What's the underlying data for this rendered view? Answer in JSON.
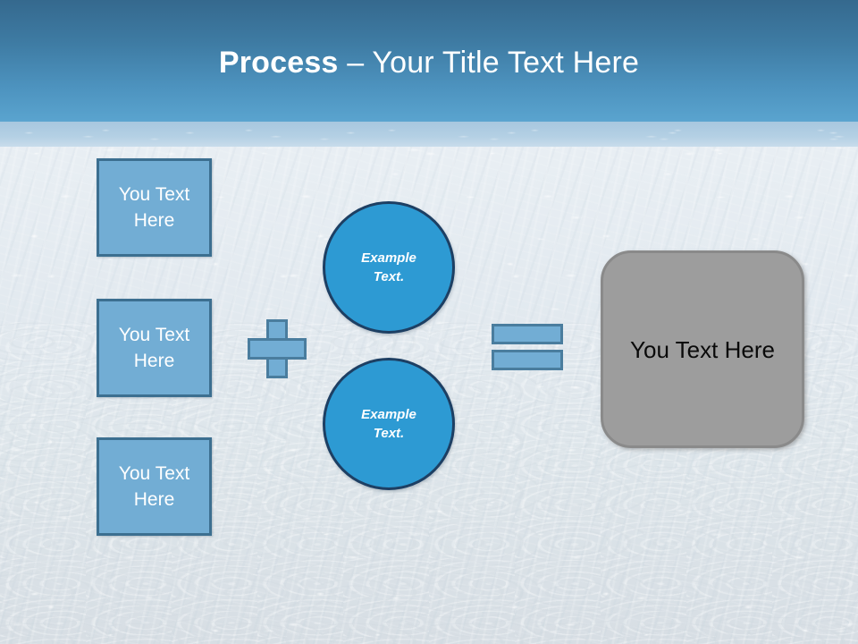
{
  "slide": {
    "header": {
      "title_strong": "Process",
      "title_rest": " – Your Title Text Here"
    },
    "inputs": [
      {
        "label": "You Text Here"
      },
      {
        "label": "You Text Here"
      },
      {
        "label": "You Text Here"
      }
    ],
    "operators": {
      "plus": "plus-sign",
      "equals": "equals-sign"
    },
    "circles": [
      {
        "line1": "Example",
        "line2": "Text."
      },
      {
        "line1": "Example",
        "line2": "Text."
      }
    ],
    "output": {
      "label": "You Text Here"
    },
    "colors": {
      "header_top": "#35698e",
      "header_bottom": "#5aa4cf",
      "subband": "#b4d0e4",
      "box_fill": "#72add4",
      "box_border": "#3c6f90",
      "circle_fill": "#2d9ad3",
      "circle_border": "#1d3f63",
      "operator_fill": "#72add4",
      "operator_border": "#4a7d9e",
      "output_fill": "#9d9d9d",
      "output_border": "#8a8a8a",
      "title_text": "#ffffff",
      "output_text": "#0a0a0a",
      "background": "#e3eaf0"
    }
  }
}
